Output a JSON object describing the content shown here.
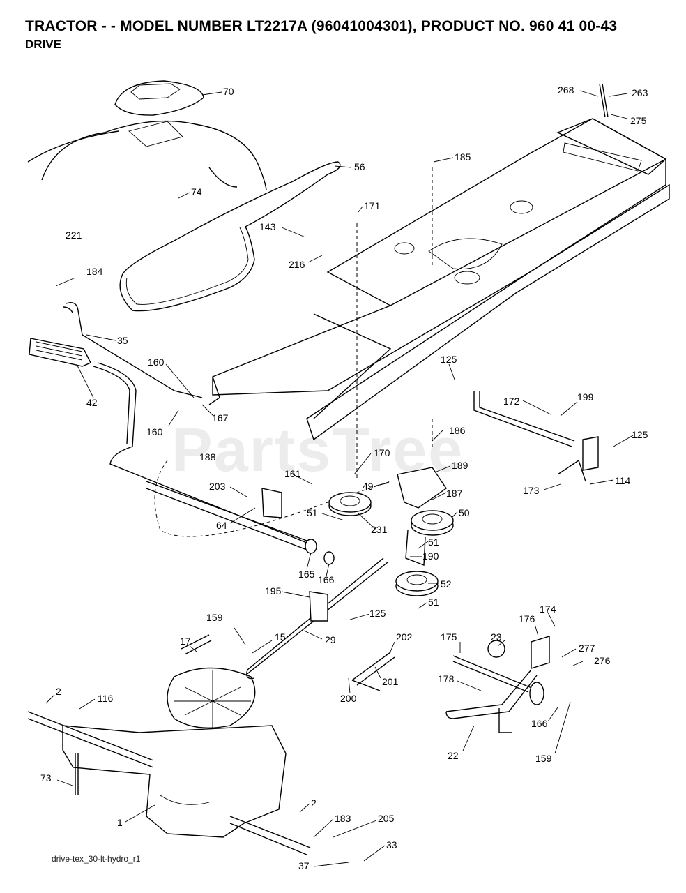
{
  "header": {
    "title": "TRACTOR - - MODEL NUMBER LT2217A (96041004301), PRODUCT NO. 960 41 00-43",
    "subtitle": "DRIVE"
  },
  "watermark": "PartsTree",
  "footer": "drive-tex_30-lt-hydro_r1",
  "callouts": [
    "70",
    "268",
    "263",
    "275",
    "185",
    "56",
    "74",
    "171",
    "143",
    "216",
    "221",
    "184",
    "35",
    "42",
    "160",
    "160",
    "167",
    "125",
    "172",
    "199",
    "125",
    "114",
    "173",
    "186",
    "188",
    "170",
    "189",
    "161",
    "49",
    "187",
    "203",
    "51",
    "231",
    "50",
    "51",
    "64",
    "165",
    "166",
    "190",
    "52",
    "51",
    "195",
    "125",
    "159",
    "15",
    "17",
    "29",
    "202",
    "201",
    "200",
    "175",
    "23",
    "176",
    "174",
    "277",
    "276",
    "178",
    "166",
    "159",
    "22",
    "2",
    "116",
    "73",
    "1",
    "2",
    "183",
    "205",
    "33",
    "37"
  ]
}
